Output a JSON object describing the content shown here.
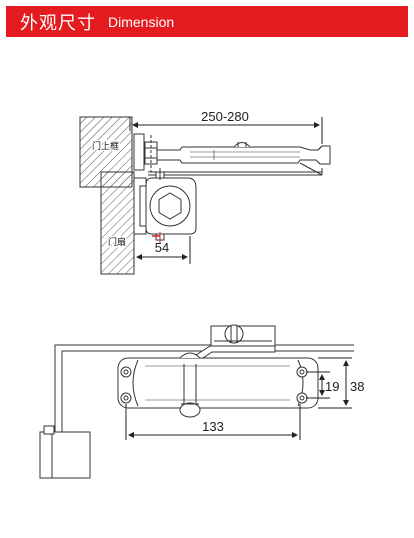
{
  "header": {
    "title_zh": "外观尺寸",
    "title_en": "Dimension",
    "background": "#e41b1f",
    "text_color": "#ffffff"
  },
  "top_view": {
    "dim_arm_length": "250-280",
    "dim_offset": "54",
    "label_frame": "门上框",
    "label_door": "门扇"
  },
  "side_view": {
    "dim_body_length": "133",
    "dim_inner_height": "19",
    "dim_body_height": "38"
  },
  "colors": {
    "line": "#333333",
    "hatch": "#555555",
    "accent_red": "#d42020"
  }
}
